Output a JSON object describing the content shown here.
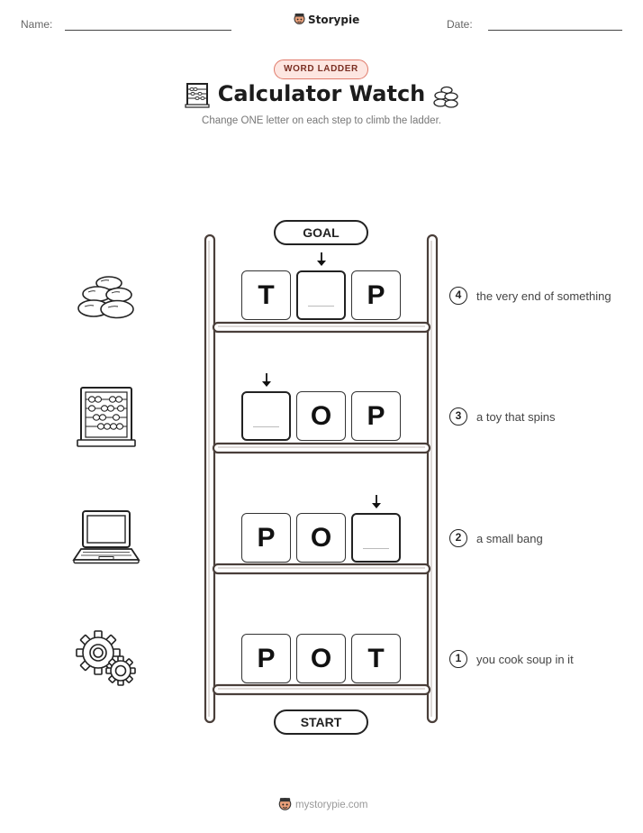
{
  "header": {
    "name_label": "Name:",
    "date_label": "Date:",
    "brand": "Storypie"
  },
  "badge": "WORD LADDER",
  "title": "Calculator Watch",
  "subtitle": "Change ONE letter on each step to climb the ladder.",
  "goal_label": "GOAL",
  "start_label": "START",
  "rungs": [
    {
      "number": "4",
      "clue": "the very end of something",
      "letters": [
        "T",
        "",
        "P"
      ],
      "changed": 1,
      "picture": "stones-icon"
    },
    {
      "number": "3",
      "clue": "a toy that spins",
      "letters": [
        "",
        "O",
        "P"
      ],
      "changed": 0,
      "picture": "abacus-icon"
    },
    {
      "number": "2",
      "clue": "a small bang",
      "letters": [
        "P",
        "O",
        ""
      ],
      "changed": 2,
      "picture": "laptop-icon"
    },
    {
      "number": "1",
      "clue": "you cook soup in it",
      "letters": [
        "P",
        "O",
        "T"
      ],
      "changed": null,
      "picture": "gears-icon"
    }
  ],
  "footer": "mystorypie.com"
}
